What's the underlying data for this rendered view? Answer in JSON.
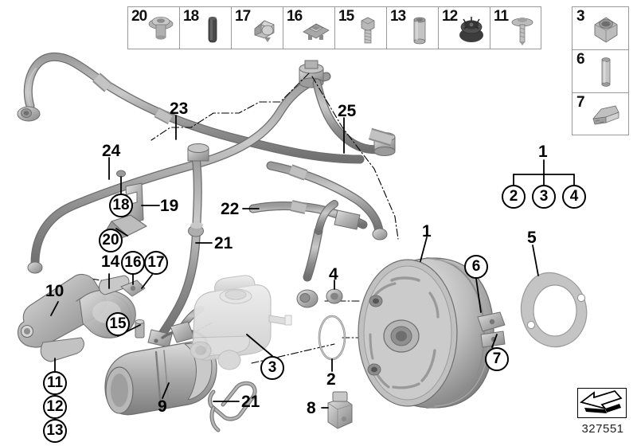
{
  "diagram": {
    "id_number": "327551",
    "arrow_icon": "direction-arrow-icon",
    "background_color": "#ffffff",
    "line_color": "#000000"
  },
  "legend": {
    "row_items": [
      {
        "number": "20",
        "icon": "flange-bolt-icon"
      },
      {
        "number": "18",
        "icon": "rubber-grommet-icon"
      },
      {
        "number": "17",
        "icon": "cable-clamp-icon"
      },
      {
        "number": "16",
        "icon": "square-clip-nut-icon"
      },
      {
        "number": "15",
        "icon": "hex-bolt-icon"
      },
      {
        "number": "13",
        "icon": "spacer-sleeve-icon"
      },
      {
        "number": "12",
        "icon": "rubber-mount-icon"
      },
      {
        "number": "11",
        "icon": "expanding-rivet-icon"
      }
    ],
    "column_items": [
      {
        "number": "3",
        "icon": "hex-nut-icon"
      },
      {
        "number": "6",
        "icon": "dowel-pin-icon"
      },
      {
        "number": "7",
        "icon": "retaining-clip-icon"
      }
    ]
  },
  "callouts": [
    {
      "number": "23",
      "style": "plain"
    },
    {
      "number": "25",
      "style": "plain"
    },
    {
      "number": "24",
      "style": "plain"
    },
    {
      "number": "18",
      "style": "circled"
    },
    {
      "number": "19",
      "style": "plain"
    },
    {
      "number": "20",
      "style": "circled"
    },
    {
      "number": "22",
      "style": "plain"
    },
    {
      "number": "21",
      "style": "plain"
    },
    {
      "number": "14",
      "style": "plain"
    },
    {
      "number": "16",
      "style": "circled"
    },
    {
      "number": "17",
      "style": "circled"
    },
    {
      "number": "10",
      "style": "plain"
    },
    {
      "number": "15",
      "style": "circled"
    },
    {
      "number": "11",
      "style": "circled"
    },
    {
      "number": "12",
      "style": "circled"
    },
    {
      "number": "13",
      "style": "circled"
    },
    {
      "number": "9",
      "style": "plain"
    },
    {
      "number": "3",
      "style": "circled"
    },
    {
      "number": "21",
      "style": "plain"
    },
    {
      "number": "8",
      "style": "plain"
    },
    {
      "number": "2",
      "style": "plain"
    },
    {
      "number": "4",
      "style": "plain"
    },
    {
      "number": "1",
      "style": "plain"
    },
    {
      "number": "6",
      "style": "circled"
    },
    {
      "number": "7",
      "style": "circled"
    },
    {
      "number": "5",
      "style": "plain"
    }
  ],
  "assembly_bracket": {
    "parent": "1",
    "children": [
      "2",
      "3",
      "4"
    ]
  },
  "parts": {
    "brake_booster": "brake-booster",
    "master_cylinder": "master-cylinder",
    "vacuum_pump": "vacuum-pump",
    "gasket": "booster-gasket",
    "o_ring": "o-ring-seal",
    "sensor": "vacuum-sensor",
    "bracket_left": "mounting-bracket",
    "hose_assembly": "vacuum-hose-assembly"
  }
}
